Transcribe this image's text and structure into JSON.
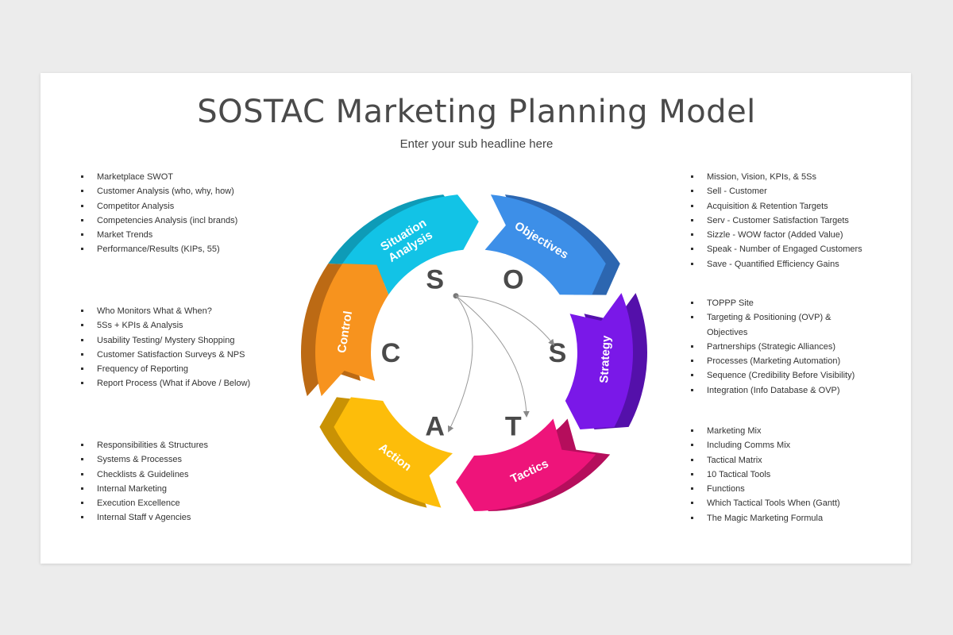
{
  "title": "SOSTAC Marketing Planning Model",
  "subtitle": "Enter your sub headline here",
  "segments": [
    {
      "id": "situation",
      "label_lines": [
        "Situation",
        "Analysis"
      ],
      "letter": "S",
      "color": "#12c3e6",
      "side_color": "#0e9bb7"
    },
    {
      "id": "objectives",
      "label_lines": [
        "Objectives"
      ],
      "letter": "O",
      "color": "#3d8fe8",
      "side_color": "#2c66b0"
    },
    {
      "id": "strategy",
      "label_lines": [
        "Strategy"
      ],
      "letter": "S",
      "color": "#7a18e8",
      "side_color": "#5410aa"
    },
    {
      "id": "tactics",
      "label_lines": [
        "Tactics"
      ],
      "letter": "T",
      "color": "#ee147a",
      "side_color": "#b50e5c"
    },
    {
      "id": "action",
      "label_lines": [
        "Action"
      ],
      "letter": "A",
      "color": "#fdbd0a",
      "side_color": "#c99204"
    },
    {
      "id": "control",
      "label_lines": [
        "Control"
      ],
      "letter": "C",
      "color": "#f7931e",
      "side_color": "#bc6a14"
    }
  ],
  "lists": {
    "situation": [
      "Marketplace SWOT",
      "Customer Analysis (who, why, how)",
      "Competitor Analysis",
      "Competencies Analysis (incl brands)",
      "Market Trends",
      "Performance/Results (KIPs, 55)"
    ],
    "control": [
      "Who Monitors What & When?",
      "5Ss + KPIs & Analysis",
      "Usability Testing/ Mystery Shopping",
      "Customer Satisfaction Surveys & NPS",
      "Frequency of Reporting",
      "Report Process (What if Above / Below)"
    ],
    "action": [
      "Responsibilities & Structures",
      "Systems & Processes",
      "Checklists & Guidelines",
      "Internal Marketing",
      "Execution Excellence",
      "Internal Staff v Agencies"
    ],
    "objectives": [
      "Mission, Vision, KPIs, & 5Ss",
      "Sell - Customer",
      "Acquisition & Retention Targets",
      "Serv - Customer Satisfaction Targets",
      "Sizzle - WOW factor (Added Value)",
      "Speak - Number of Engaged Customers",
      "Save - Quantified Efficiency Gains"
    ],
    "strategy": [
      "TOPPP Site",
      "Targeting & Positioning (OVP) & Objectives",
      "Partnerships (Strategic Alliances)",
      "Processes (Marketing Automation)",
      "Sequence (Credibility Before Visibility)",
      "Integration (Info Database & OVP)"
    ],
    "tactics": [
      "Marketing Mix",
      "Including Comms Mix",
      "Tactical Matrix",
      "10 Tactical Tools",
      "Functions",
      "Which Tactical Tools When (Gantt)",
      "The Magic Marketing Formula"
    ]
  }
}
